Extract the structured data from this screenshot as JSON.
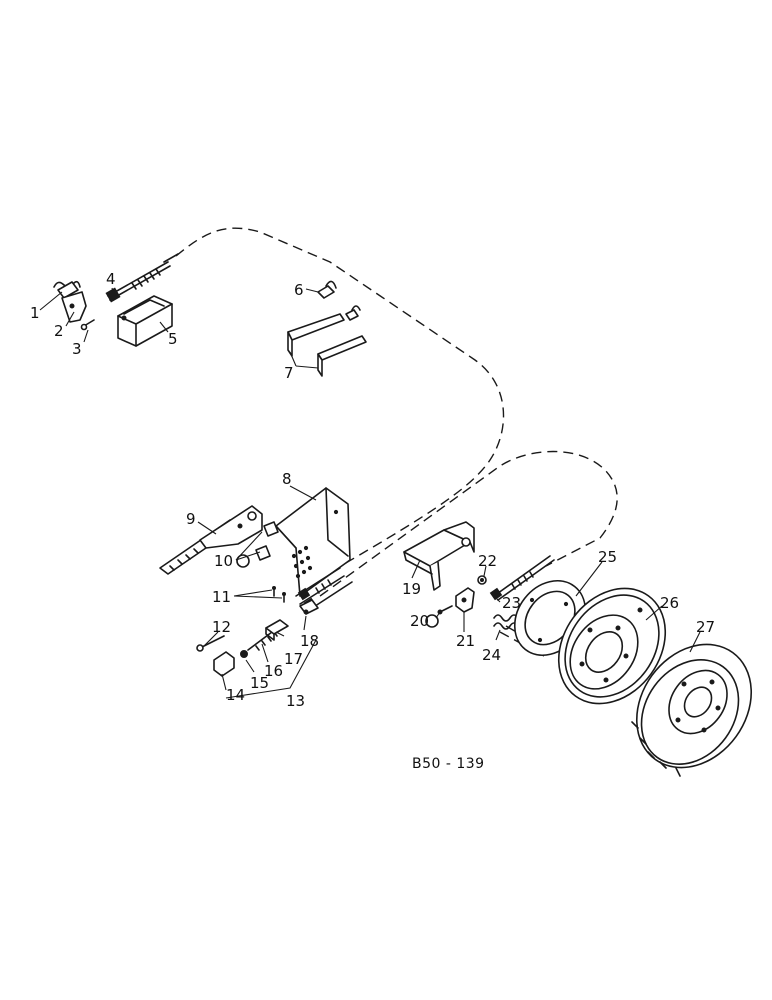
{
  "drawing_number": "B50 - 139",
  "callouts": [
    "1",
    "2",
    "3",
    "4",
    "5",
    "6",
    "7",
    "8",
    "9",
    "10",
    "11",
    "12",
    "13",
    "14",
    "15",
    "16",
    "17",
    "18",
    "19",
    "20",
    "21",
    "22",
    "23",
    "24",
    "25",
    "26",
    "27"
  ]
}
